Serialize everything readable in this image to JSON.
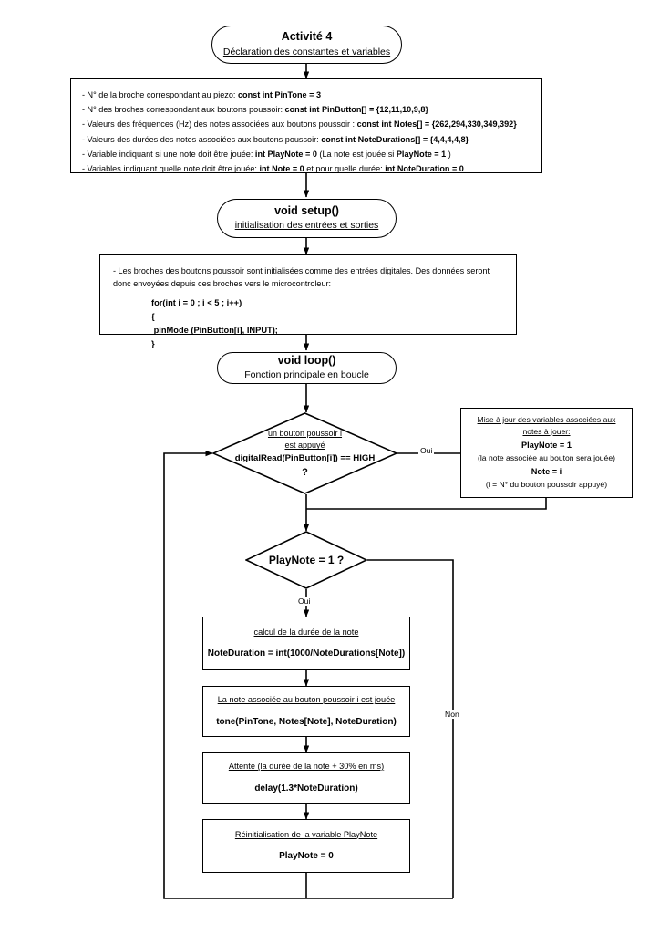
{
  "diagram": {
    "type": "flowchart",
    "language": "fr",
    "nodes": {
      "start": {
        "title": "Activité 4",
        "subtitle": "Déclaration des constantes et variables"
      },
      "declarations": {
        "lines": [
          "- N° de la broche correspondant au piezo:  |const int PinTone = 3",
          "- N° des broches correspondant aux boutons poussoir:  |const int PinButton[] = {12,11,10,9,8}",
          "- Valeurs des fréquences (Hz) des notes associées aux  boutons poussoir :  |const int Notes[] = {262,294,330,349,392}",
          "- Valeurs des durées des notes associées aux  boutons poussoir:  |const int NoteDurations[] = {4,4,4,4,8}",
          "- Variable indiquant si une note doit être jouée:  |int PlayNote = 0|  (La note est jouée si |PlayNote = 1| )",
          "- Variables indiquant quelle note doit être jouée:  |int Note = 0|   et  pour quelle durée:  |int NoteDuration = 0"
        ]
      },
      "setup": {
        "title": "void setup()",
        "subtitle": "initialisation des entrées et sorties"
      },
      "setup_body": {
        "paragraph": "- Les broches des boutons poussoir sont initialisées comme des entrées digitales. Des données seront donc envoyées depuis ces broches vers le microcontroleur:",
        "code": [
          "for(int i = 0 ; i < 5 ; i++)",
          "{",
          " pinMode (PinButton[i], INPUT);",
          "}"
        ]
      },
      "loop": {
        "title": "void loop()",
        "subtitle": "Fonction principale en boucle"
      },
      "decision_button": {
        "line1": "un bouton poussoir i",
        "line2": "est appuyé",
        "line3": "digitalRead(PinButton[i]) == HIGH",
        "line4": "?"
      },
      "update_vars": {
        "head1": "Mise à jour des variables associées aux",
        "head2": "notes à jouer:",
        "bold1": "PlayNote = 1",
        "note1": "(la note associée au bouton sera jouée)",
        "bold2": "Note = i",
        "note2": "(i = N° du bouton poussoir appuyé)"
      },
      "decision_playnote": {
        "text": "PlayNote = 1 ?"
      },
      "calc_duration": {
        "head": "calcul de la durée de la note",
        "code": "NoteDuration = int(1000/NoteDurations[Note])"
      },
      "play_tone": {
        "head": "La note associée au bouton poussoir i est jouée",
        "code": "tone(PinTone, Notes[Note], NoteDuration)"
      },
      "wait": {
        "head": "Attente (la durée de la note + 30% en ms)",
        "code": "delay(1.3*NoteDuration)"
      },
      "reset": {
        "head": "Réinitialisation de la variable PlayNote",
        "code": "PlayNote = 0"
      }
    },
    "edge_labels": {
      "oui_button": "Oui",
      "oui_playnote": "Oui",
      "non_playnote": "Non"
    },
    "colors": {
      "stroke": "#000000",
      "background": "#ffffff",
      "text": "#000000"
    }
  }
}
